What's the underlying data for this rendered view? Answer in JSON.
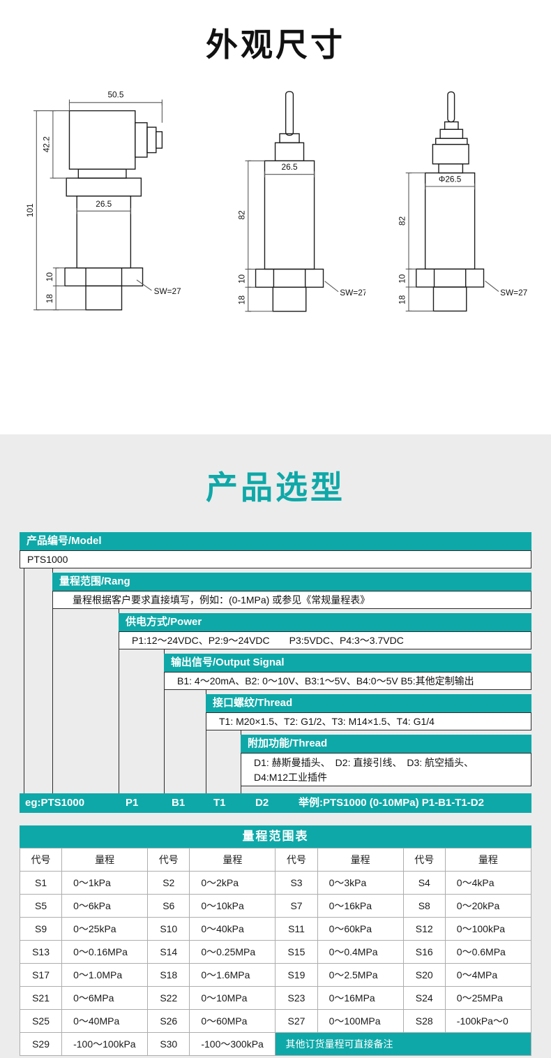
{
  "theme": {
    "accent": "#0fa8a8",
    "page_bg": "#ececec",
    "ink": "#1c1c1c"
  },
  "appearance": {
    "title": "外观尺寸",
    "d1": {
      "top_width": "50.5",
      "connector_height": "42.2",
      "total_height": "101",
      "body_width": "26.5",
      "nut_height": "10",
      "thread_height": "18",
      "wrench": "SW=27"
    },
    "d2": {
      "body_width": "26.5",
      "body_height": "82",
      "nut_height": "10",
      "thread_height": "18",
      "wrench": "SW=27"
    },
    "d3": {
      "body_width": "Φ26.5",
      "body_height": "82",
      "nut_height": "10",
      "thread_height": "18",
      "wrench": "SW=27"
    }
  },
  "selection": {
    "title": "产品选型",
    "model_header": "产品编号/Model",
    "model_value": "PTS1000",
    "levels": [
      {
        "header": "量程范围/Rang",
        "value": "量程根据客户要求直接填写，例如：(0-1MPa) 或参见《常规量程表》"
      },
      {
        "header": "供电方式/Power",
        "value": "P1:12～24VDC、P2:9～24VDC　　P3:5VDC、P4:3～3.7VDC"
      },
      {
        "header": "输出信号/Output Signal",
        "value": "B1: 4～20mA、B2: 0～10V、B3:1～5V、B4:0～5V B5:其他定制输出"
      },
      {
        "header": "接口螺纹/Thread",
        "value": "T1: M20×1.5、T2: G1/2、T3: M14×1.5、T4: G1/4"
      },
      {
        "header": "附加功能/Thread",
        "value": "D1: 赫斯曼插头、　D2: 直接引线、　D3: 航空插头、\nD4:M12工业插件"
      }
    ],
    "example": {
      "prefix": "eg:PTS1000",
      "codes": [
        "P1",
        "B1",
        "T1",
        "D2"
      ],
      "suffix": "举例:PTS1000 (0-10MPa)  P1-B1-T1-D2"
    }
  },
  "range_table": {
    "title": "量程范围表",
    "header": [
      "代号",
      "量程",
      "代号",
      "量程",
      "代号",
      "量程",
      "代号",
      "量程"
    ],
    "rows": [
      [
        "S1",
        "0～1kPa",
        "S2",
        "0～2kPa",
        "S3",
        "0～3kPa",
        "S4",
        "0～4kPa"
      ],
      [
        "S5",
        "0～6kPa",
        "S6",
        "0～10kPa",
        "S7",
        "0～16kPa",
        "S8",
        "0～20kPa"
      ],
      [
        "S9",
        "0～25kPa",
        "S10",
        "0～40kPa",
        "S11",
        "0～60kPa",
        "S12",
        "0～100kPa"
      ],
      [
        "S13",
        "0～0.16MPa",
        "S14",
        "0～0.25MPa",
        "S15",
        "0～0.4MPa",
        "S16",
        "0～0.6MPa"
      ],
      [
        "S17",
        "0～1.0MPa",
        "S18",
        "0～1.6MPa",
        "S19",
        "0～2.5MPa",
        "S20",
        "0～4MPa"
      ],
      [
        "S21",
        "0～6MPa",
        "S22",
        "0～10MPa",
        "S23",
        "0～16MPa",
        "S24",
        "0～25MPa"
      ],
      [
        "S25",
        "0～40MPa",
        "S26",
        "0～60MPa",
        "S27",
        "0～100MPa",
        "S28",
        "-100kPa～0"
      ]
    ],
    "last_row": {
      "cells": [
        "S29",
        "-100～100kPa",
        "S30",
        "-100～300kPa"
      ],
      "note": "其他订货量程可直接备注"
    }
  }
}
